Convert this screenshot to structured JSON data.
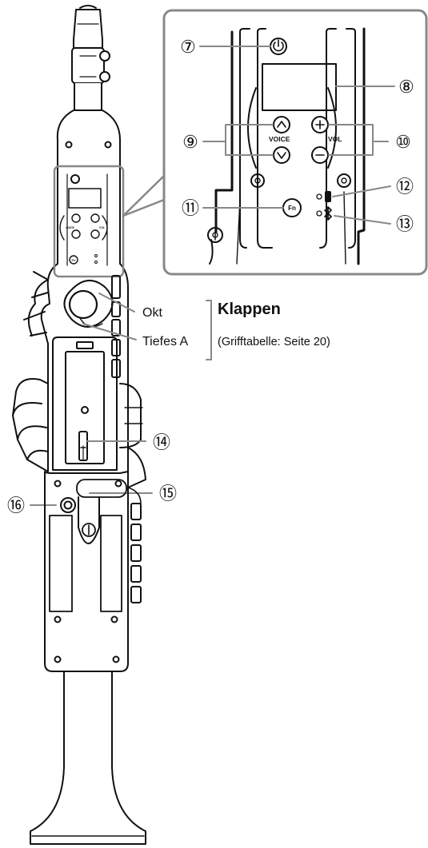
{
  "callouts": {
    "c7": "⑦",
    "c8": "⑧",
    "c9": "⑨",
    "c10": "⑩",
    "c11": "⑪",
    "c12": "⑫",
    "c13": "⑬",
    "c14": "⑭",
    "c15": "⑮",
    "c16": "⑯"
  },
  "panel": {
    "voice_label": "VOICE",
    "vol_label": "VOL",
    "fn_label": "Fn",
    "plus_symbol": "+",
    "minus_symbol": "−",
    "up_symbol": "∧",
    "down_symbol": "∨"
  },
  "keys": {
    "okt_label": "Okt",
    "tiefes_a_label": "Tiefes A",
    "title": "Klappen",
    "subtitle": "(Grifftabelle: Seite 20)"
  },
  "mini_panel": {
    "voice_label": "VOICE",
    "vol_label": "VOL",
    "fn_label": "Fn"
  },
  "icons": [
    "power-icon",
    "battery-icon",
    "bluetooth-icon"
  ]
}
